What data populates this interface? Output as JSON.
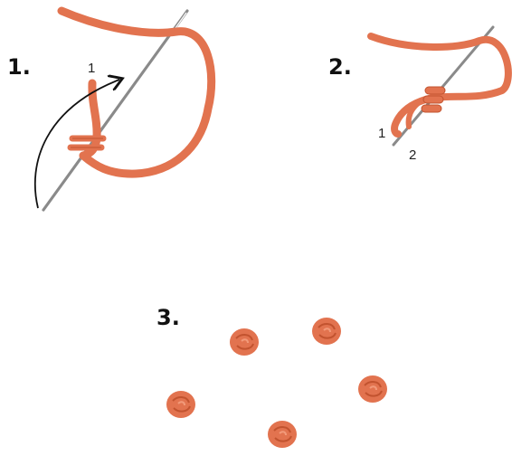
{
  "colors": {
    "thread": "#e2734f",
    "thread_shadow": "#c2532f",
    "thread_highlight": "#f29a7a",
    "needle": "#8a8a8a",
    "arrow": "#111111"
  },
  "steps": {
    "step1": {
      "number": "1.",
      "point_label": "1"
    },
    "step2": {
      "number": "2.",
      "point_labels": [
        "1",
        "2"
      ]
    },
    "step3": {
      "number": "3.",
      "knot_count": 5
    }
  },
  "icons": [
    "needle-icon",
    "thread-icon",
    "arrow-icon",
    "french-knot-icon"
  ]
}
